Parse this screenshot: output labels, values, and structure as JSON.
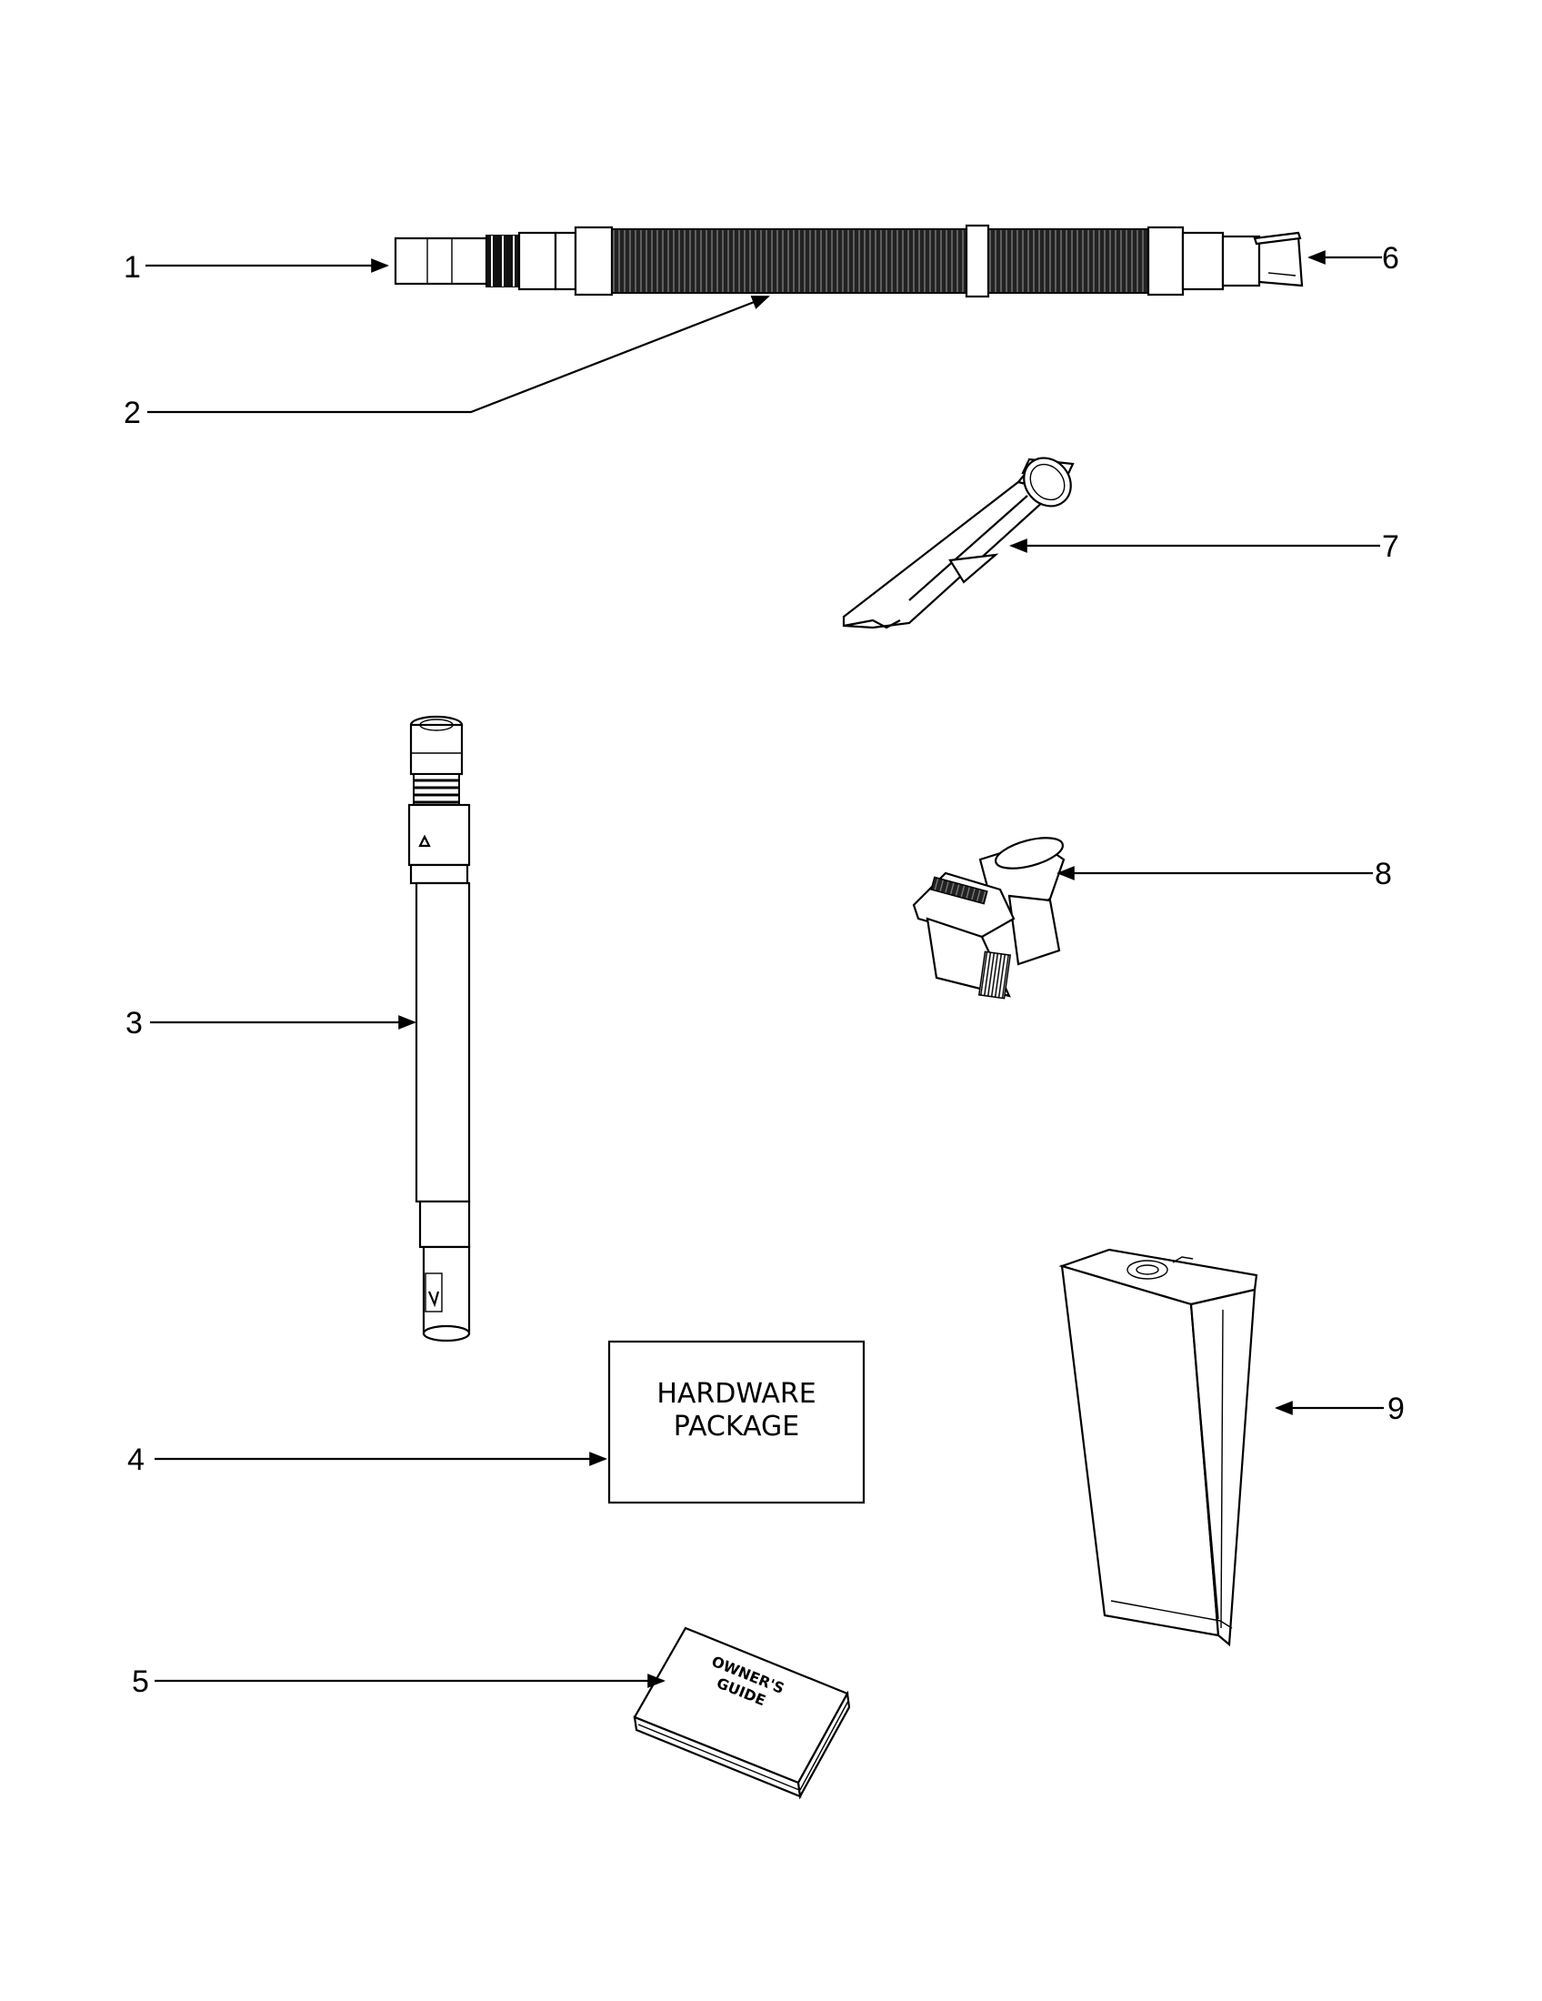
{
  "callouts": [
    "1",
    "2",
    "3",
    "4",
    "5",
    "6",
    "7",
    "8",
    "9"
  ],
  "hardware_box": {
    "line1": "HARDWARE",
    "line2": "PACKAGE"
  },
  "owners_guide": {
    "line1": "OWNER'S",
    "line2": "GUIDE"
  }
}
